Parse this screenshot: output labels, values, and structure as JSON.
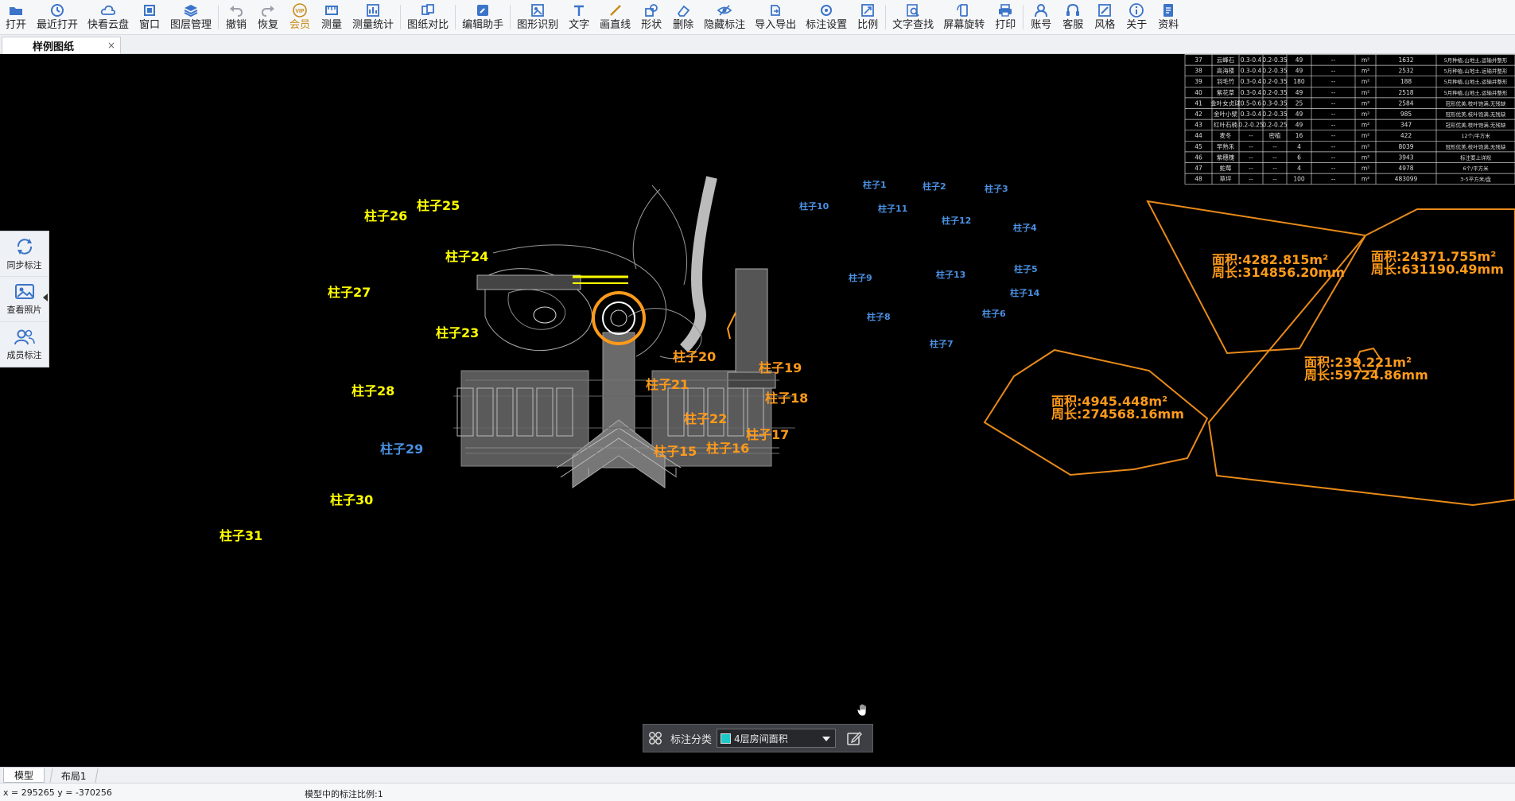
{
  "toolbar": {
    "items": [
      {
        "label": "打开",
        "icon": "folder-open-icon"
      },
      {
        "label": "最近打开",
        "icon": "recent-clock-icon"
      },
      {
        "label": "快看云盘",
        "icon": "cloud-icon"
      },
      {
        "label": "窗口",
        "icon": "window-icon"
      },
      {
        "label": "图层管理",
        "icon": "layers-icon"
      },
      {
        "label": "撤销",
        "icon": "undo-icon"
      },
      {
        "label": "恢复",
        "icon": "redo-icon"
      },
      {
        "label": "会员",
        "icon": "vip-icon"
      },
      {
        "label": "测量",
        "icon": "ruler-icon"
      },
      {
        "label": "测量统计",
        "icon": "measure-stats-icon"
      },
      {
        "label": "图纸对比",
        "icon": "compare-icon"
      },
      {
        "label": "编辑助手",
        "icon": "edit-assistant-icon"
      },
      {
        "label": "图形识别",
        "icon": "shape-recognition-icon"
      },
      {
        "label": "文字",
        "icon": "text-icon"
      },
      {
        "label": "画直线",
        "icon": "line-icon"
      },
      {
        "label": "形状",
        "icon": "shape-icon"
      },
      {
        "label": "删除",
        "icon": "eraser-icon"
      },
      {
        "label": "隐藏标注",
        "icon": "eye-hide-icon"
      },
      {
        "label": "导入导出",
        "icon": "import-export-icon"
      },
      {
        "label": "标注设置",
        "icon": "annotation-settings-icon"
      },
      {
        "label": "比例",
        "icon": "scale-icon"
      },
      {
        "label": "文字查找",
        "icon": "text-search-icon"
      },
      {
        "label": "屏幕旋转",
        "icon": "rotate-screen-icon"
      },
      {
        "label": "打印",
        "icon": "printer-icon"
      },
      {
        "label": "账号",
        "icon": "account-icon"
      },
      {
        "label": "客服",
        "icon": "headset-icon"
      },
      {
        "label": "风格",
        "icon": "style-icon"
      },
      {
        "label": "关于",
        "icon": "info-icon"
      },
      {
        "label": "资料",
        "icon": "documents-icon"
      }
    ]
  },
  "tab": {
    "title": "样例图纸",
    "close": "×"
  },
  "sidepanel": {
    "items": [
      {
        "label": "同步标注",
        "icon": "sync-icon"
      },
      {
        "label": "查看照片",
        "icon": "photo-icon"
      },
      {
        "label": "成员标注",
        "icon": "members-icon"
      }
    ]
  },
  "labels": {
    "yellow": [
      "柱子25",
      "柱子26",
      "柱子24",
      "柱子27",
      "柱子23",
      "柱子28",
      "柱子30",
      "柱子31"
    ],
    "blue_left": "柱子29",
    "orange": [
      "柱子20",
      "柱子19",
      "柱子21",
      "柱子18",
      "柱子22",
      "柱子17",
      "柱子15",
      "柱子16"
    ],
    "blue_right": [
      "柱子1",
      "柱子2",
      "柱子3",
      "柱子10",
      "柱子11",
      "柱子12",
      "柱子4",
      "柱子5",
      "柱子9",
      "柱子13",
      "柱子14",
      "柱子8",
      "柱子6",
      "柱子7"
    ]
  },
  "areas": [
    {
      "area": "面积:4282.815m²",
      "perimeter": "周长:314856.20mm"
    },
    {
      "area": "面积:24371.755m²",
      "perimeter": "周长:631190.49mm"
    },
    {
      "area": "面积:239.221m²",
      "perimeter": "周长:59724.86mm"
    },
    {
      "area": "面积:4945.448m²",
      "perimeter": "周长:274568.16mm"
    }
  ],
  "table": {
    "rows": [
      [
        "37",
        "云峰石",
        "0.3-0.4",
        "0.2-0.35",
        "49",
        "--",
        "m²",
        "1632",
        "5月种植,山地土,运输并整形"
      ],
      [
        "38",
        "高海楼",
        "0.3-0.4",
        "0.2-0.35",
        "49",
        "--",
        "m²",
        "2532",
        "5月种植,山地土,运输并整形"
      ],
      [
        "39",
        "羽毛竹",
        "0.3-0.4",
        "0.2-0.35",
        "180",
        "--",
        "m²",
        "188",
        "5月种植,山地土,运输并整形"
      ],
      [
        "40",
        "紫花草",
        "0.3-0.4",
        "0.2-0.35",
        "49",
        "--",
        "m²",
        "2518",
        "5月种植,山地土,运输并整形"
      ],
      [
        "41",
        "金叶女贞球",
        "0.5-0.6",
        "0.3-0.35",
        "25",
        "--",
        "m²",
        "2584",
        "冠形优美,枝叶饱满,无残缺"
      ],
      [
        "42",
        "金叶小檗",
        "0.3-0.4",
        "0.2-0.35",
        "49",
        "--",
        "m²",
        "985",
        "冠形优美,枝叶饱满,无残缺"
      ],
      [
        "43",
        "红叶石楠",
        "0.2-0.25",
        "0.2-0.25",
        "49",
        "--",
        "m²",
        "347",
        "冠形优美,枝叶饱满,无残缺"
      ],
      [
        "44",
        "麦冬",
        "--",
        "密植",
        "16",
        "--",
        "m²",
        "422",
        "12个/平方米"
      ],
      [
        "45",
        "早熟禾",
        "--",
        "--",
        "4",
        "--",
        "m²",
        "8039",
        "冠形优美,枝叶饱满,无残缺"
      ],
      [
        "46",
        "紫穗槐",
        "--",
        "--",
        "6",
        "--",
        "m²",
        "3943",
        "标注要上详规"
      ],
      [
        "47",
        "蛇莓",
        "--",
        "--",
        "4",
        "--",
        "m²",
        "4978",
        "6个/平方米"
      ],
      [
        "48",
        "草坪",
        "--",
        "--",
        "100",
        "--",
        "m²",
        "483099",
        "3-5平方米/盘"
      ]
    ]
  },
  "annobar": {
    "label": "标注分类",
    "selected": "4层房间面积",
    "swatch_color": "#1cc9c9"
  },
  "layout_tabs": {
    "model": "模型",
    "layout1": "布局1"
  },
  "status": {
    "coords": "x = 295265  y = -370256",
    "scale": "模型中的标注比例:1"
  },
  "colors": {
    "yellow": "#ffff00",
    "orange": "#ff9a1a",
    "blue": "#4a90e2",
    "area_line": "#e88a1a",
    "vip": "#c98a16"
  }
}
